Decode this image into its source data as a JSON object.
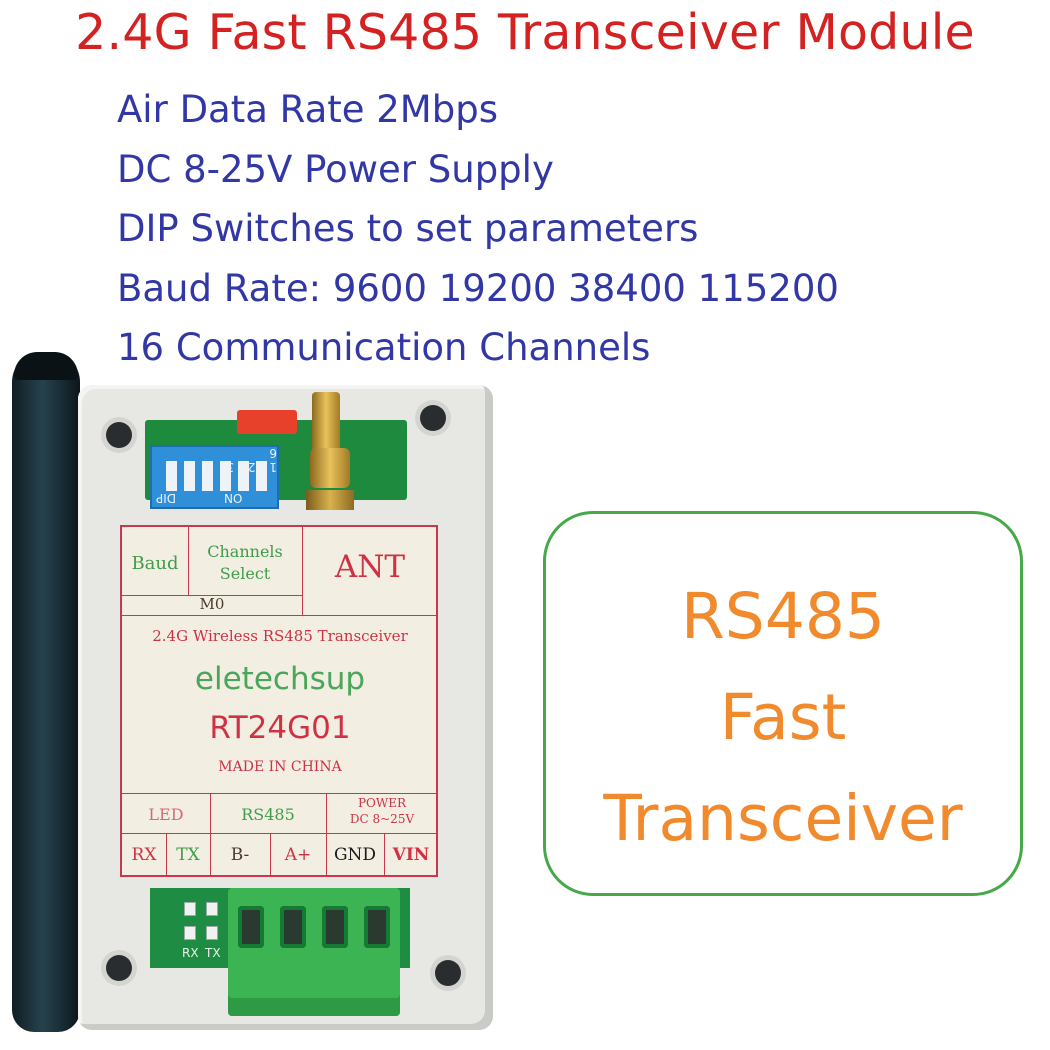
{
  "title": "2.4G Fast RS485 Transceiver Module",
  "features": [
    "Air Data Rate 2Mbps",
    "DC 8-25V Power Supply",
    "DIP Switches to set parameters",
    "Baud Rate: 9600 19200 38400 115200",
    "16 Communication Channels"
  ],
  "device": {
    "dip_numbers": "1 2 3 4 5 6",
    "dip_on": "ON",
    "dip_text": "DIP",
    "label": {
      "baud": "Baud",
      "channels_line1": "Channels",
      "channels_line2": "Select",
      "ant": "ANT",
      "m0": "M0",
      "product_desc": "2.4G Wireless RS485 Transceiver",
      "brand": "eletechsup",
      "model": "RT24G01",
      "origin": "MADE IN CHINA",
      "led": "LED",
      "rs485": "RS485",
      "power": "POWER",
      "power_range": "DC 8~25V",
      "rx": "RX",
      "tx": "TX",
      "b_minus": "B-",
      "a_plus": "A+",
      "gnd": "GND",
      "vin": "VIN"
    },
    "pcb_rx": "RX",
    "pcb_tx": "TX"
  },
  "callout": {
    "line1": "RS485",
    "line2": "Fast",
    "line3": "Transceiver"
  }
}
